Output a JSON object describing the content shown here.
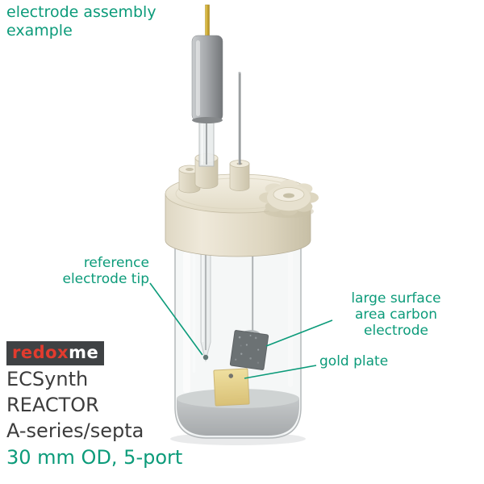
{
  "title": {
    "line1": "electrode assembly",
    "line2": "example"
  },
  "annotations": {
    "reference": {
      "line1": "reference",
      "line2": "electrode tip"
    },
    "carbon": {
      "line1": "large surface",
      "line2": "area carbon",
      "line3": "electrode"
    },
    "gold": {
      "label": "gold plate"
    }
  },
  "branding": {
    "logo_part1": "redox",
    "logo_part2": "me",
    "product_line1": "ECSynth",
    "product_line2": "REACTOR",
    "product_line3": "A-series/septa",
    "spec": "30 mm OD, 5-port"
  },
  "icons": {
    "reference_electrode": "reference-electrode-assembly",
    "carbon_electrode": "carbon-electrode-block",
    "gold_plate": "gold-plate",
    "vessel": "glass-reactor-vessel",
    "cap": "five-port-cap"
  },
  "colors": {
    "accent_teal": "#0c9b7a",
    "logo_red": "#e23b2e",
    "logo_bg": "#3f4244",
    "text_dark": "#3c3c3c"
  }
}
